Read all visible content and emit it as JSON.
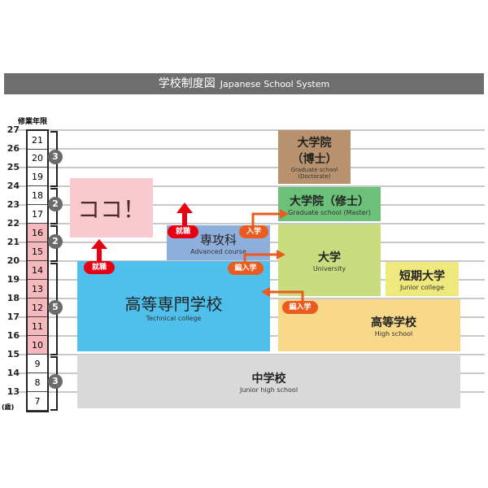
{
  "title": {
    "jp": "学校制度図",
    "en": "Japanese School System"
  },
  "axis": {
    "header": "修業年限",
    "unit": "(歳)",
    "ages": [
      "27",
      "26",
      "25",
      "24",
      "23",
      "22",
      "21",
      "20",
      "19",
      "18",
      "17",
      "16",
      "15",
      "14",
      "13"
    ]
  },
  "years": [
    "21",
    "20",
    "19",
    "18",
    "17",
    "16",
    "15",
    "14",
    "13",
    "12",
    "11",
    "10",
    "9",
    "8",
    "7"
  ],
  "highlighted_years": [
    "16",
    "15",
    "14",
    "13",
    "12",
    "11",
    "10"
  ],
  "durations": [
    "3",
    "2",
    "2",
    "5",
    "3"
  ],
  "boxes": {
    "doctorate": {
      "jp1": "大学院",
      "jp2": "（博士）",
      "en": "Graduate school (Doctorate)"
    },
    "master": {
      "jp": "大学院（修士）",
      "en": "Graduate school (Master)"
    },
    "university": {
      "jp": "大学",
      "en": "University"
    },
    "junior_college": {
      "jp": "短期大学",
      "en": "Junior college"
    },
    "high_school": {
      "jp": "高等学校",
      "en": "High school"
    },
    "middle_school": {
      "jp": "中学校",
      "en": "Junior high school"
    },
    "technical_college": {
      "jp": "高等専門学校",
      "en": "Technical college"
    },
    "advanced_course": {
      "jp": "専攻科",
      "en": "Advanced course"
    },
    "koko": "ココ！"
  },
  "labels": {
    "employment": "就職",
    "enter": "入学",
    "transfer": "編入学"
  },
  "colors": {
    "doctorate": "#b8916f",
    "master": "#6cc07a",
    "university": "#c9dd7e",
    "junior_college": "#efe87c",
    "high_school": "#f8d98a",
    "middle_school": "#d9d9d9",
    "technical_college": "#4fc0ec",
    "advanced_course": "#8eafdc",
    "koko": "#f8c9cf",
    "red": "#e60012",
    "orange": "#eb5a1e"
  }
}
